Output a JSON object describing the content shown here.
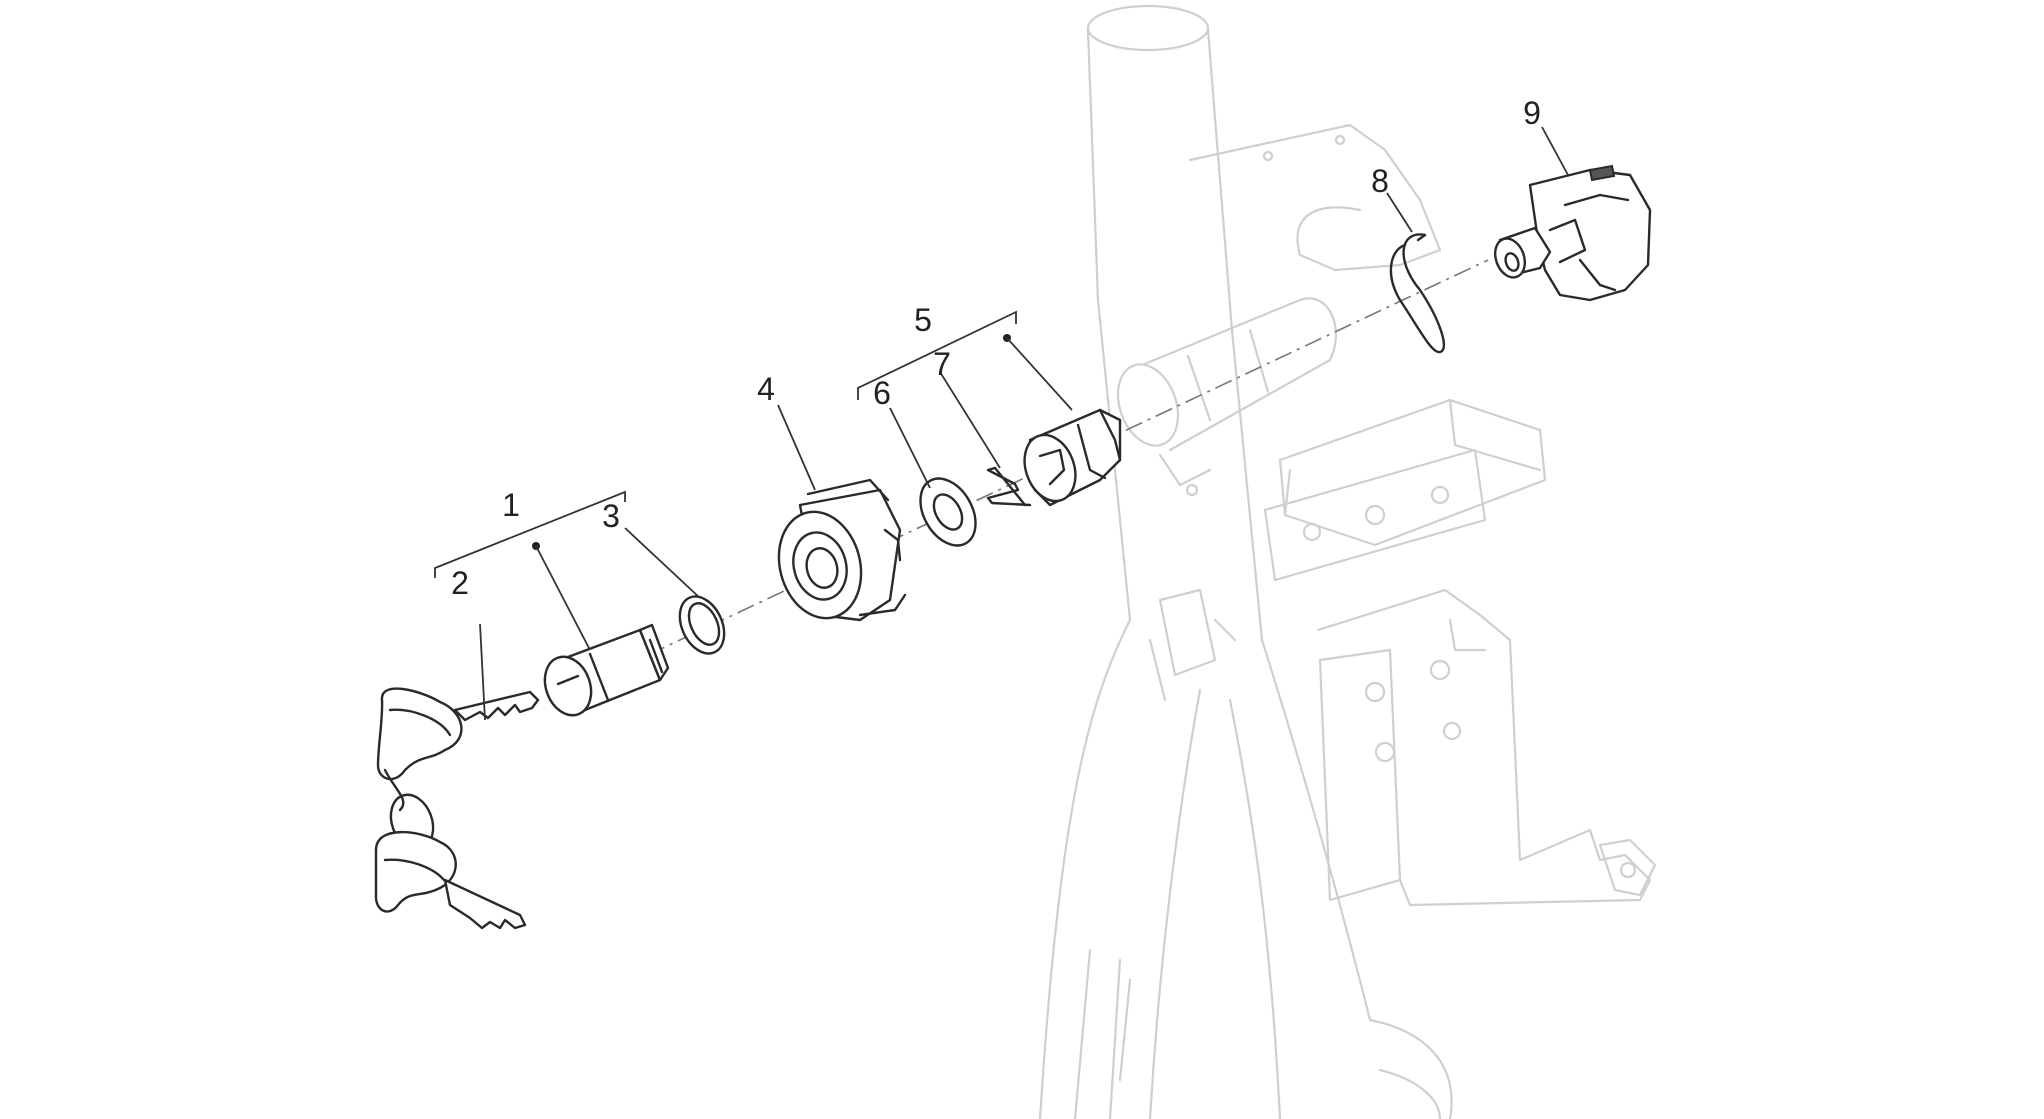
{
  "callouts": {
    "c1": "1",
    "c2": "2",
    "c3": "3",
    "c4": "4",
    "c5": "5",
    "c6": "6",
    "c7": "7",
    "c8": "8",
    "c9": "9"
  },
  "colors": {
    "part_outline": "#2a2a2a",
    "frame_outline": "#cfcfcf",
    "background": "#ffffff"
  }
}
